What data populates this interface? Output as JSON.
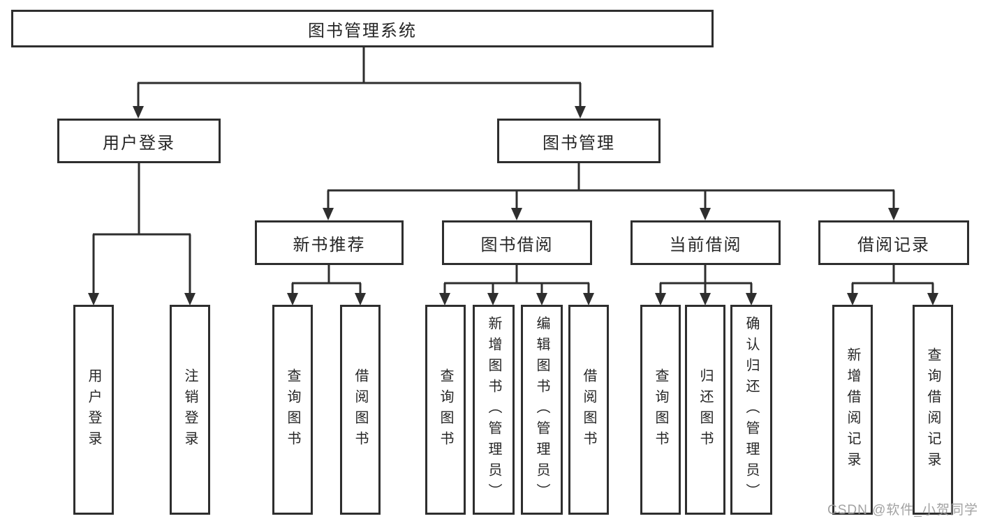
{
  "tree": {
    "root": {
      "label": "图书管理系统",
      "children": [
        {
          "label": "用户登录",
          "children": [
            {
              "label": "用户登录"
            },
            {
              "label": "注销登录"
            }
          ]
        },
        {
          "label": "图书管理",
          "children": [
            {
              "label": "新书推荐",
              "children": [
                {
                  "label": "查询图书"
                },
                {
                  "label": "借阅图书"
                }
              ]
            },
            {
              "label": "图书借阅",
              "children": [
                {
                  "label": "查询图书"
                },
                {
                  "label": "新增图书（管理员）"
                },
                {
                  "label": "编辑图书（管理员）"
                },
                {
                  "label": "借阅图书"
                }
              ]
            },
            {
              "label": "当前借阅",
              "children": [
                {
                  "label": "查询图书"
                },
                {
                  "label": "归还图书"
                },
                {
                  "label": "确认归还（管理员）"
                }
              ]
            },
            {
              "label": "借阅记录",
              "children": [
                {
                  "label": "新增借阅记录"
                },
                {
                  "label": "查询借阅记录"
                }
              ]
            }
          ]
        }
      ]
    }
  },
  "watermark": {
    "text": "CSDN @软件_小贺同学"
  },
  "colors": {
    "line": "#2e2e2e",
    "text": "#262626",
    "watermark": "#9b9b9b",
    "background": "#ffffff"
  }
}
